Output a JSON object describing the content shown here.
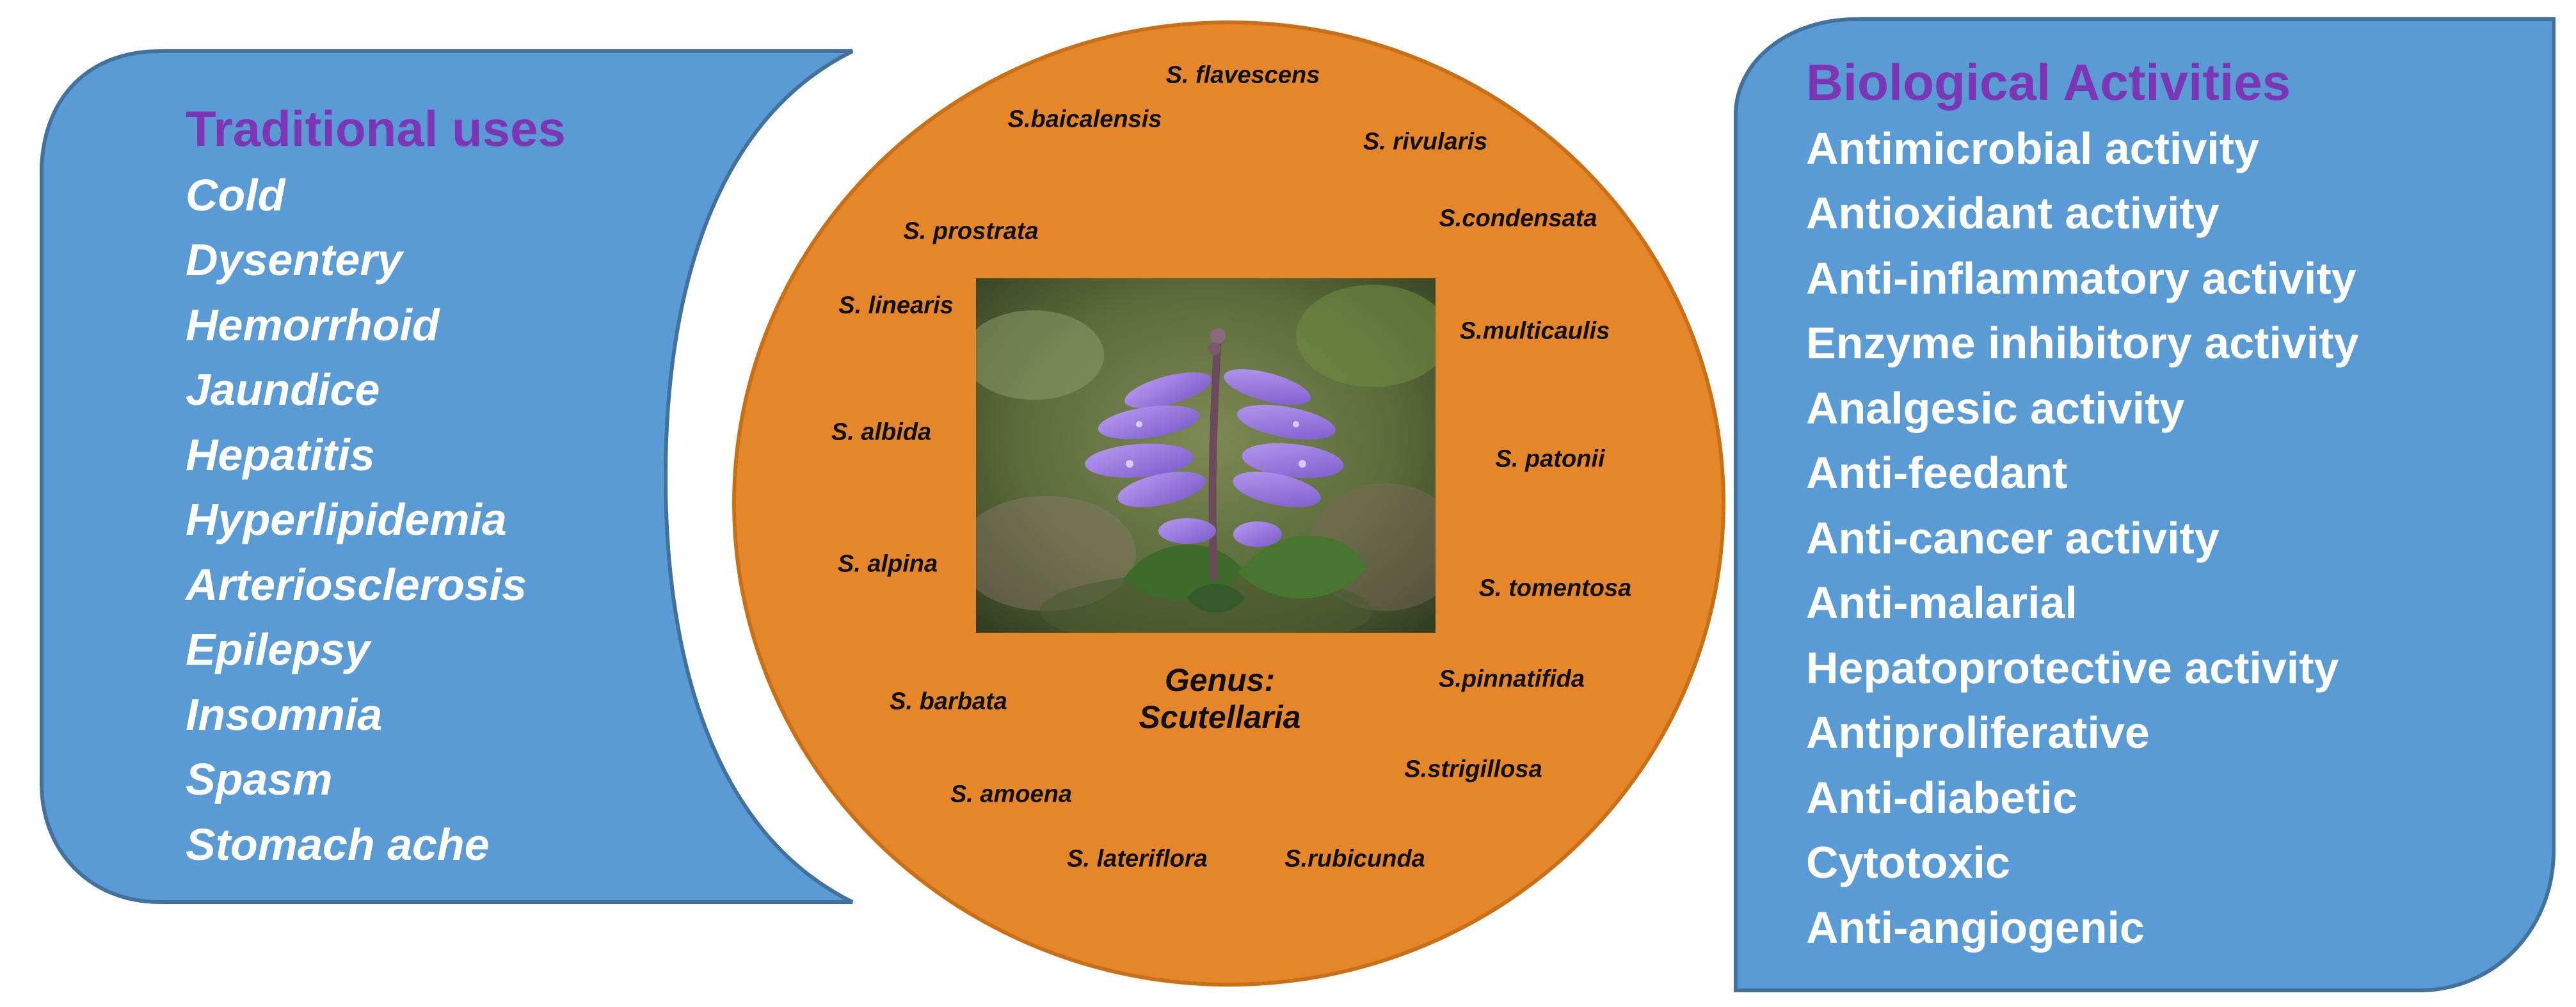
{
  "colors": {
    "panel_blue": "#5b9bd5",
    "panel_border": "#41719c",
    "circle_orange": "#e5862b",
    "circle_border": "#c96f18",
    "title_purple": "#7b35b5",
    "text_white": "#ffffff"
  },
  "traditional_uses": {
    "title": "Traditional uses",
    "items": [
      "Cold",
      "Dysentery",
      "Hemorrhoid",
      "Jaundice",
      "Hepatitis",
      "Hyperlipidemia",
      "Arteriosclerosis",
      "Epilepsy",
      "Insomnia",
      "Spasm",
      "Stomach ache"
    ]
  },
  "biological_activities": {
    "title": "Biological Activities",
    "items": [
      "Antimicrobial activity",
      "Antioxidant activity",
      "Anti-inflammatory activity",
      "Enzyme inhibitory activity",
      "Analgesic activity",
      "Anti-feedant",
      "Anti-cancer  activity",
      "Anti-malarial",
      "Hepatoprotective activity",
      "Antiproliferative",
      "Anti-diabetic",
      "Cytotoxic",
      "Anti-angiogenic"
    ]
  },
  "genus": {
    "line1": "Genus:",
    "line2": "Scutellaria"
  },
  "species": [
    "S. flavescens",
    "S.baicalensis",
    "S. rivularis",
    "S. prostrata",
    "S.condensata",
    "S. linearis",
    "S.multicaulis",
    "S. albida",
    "S. patonii",
    "S. alpina",
    "S. tomentosa",
    "S. barbata",
    "S.pinnatifida",
    "S.strigillosa",
    "S. amoena",
    "S. lateriflora",
    "S.rubicunda"
  ],
  "photo_icon": "scutellaria-flower-photo"
}
